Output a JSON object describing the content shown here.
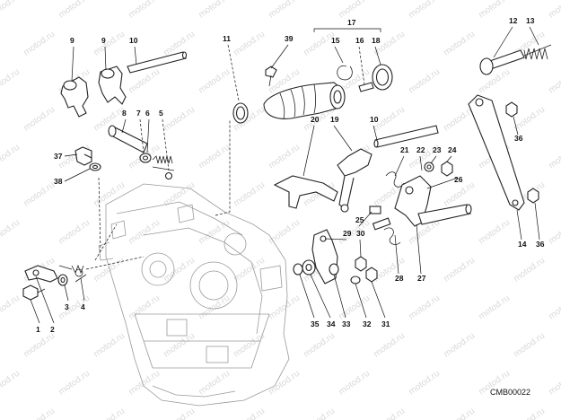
{
  "watermark": "motod.ru",
  "drawing_code": "CMB00022",
  "callouts": {
    "c1": "1",
    "c2": "2",
    "c3": "3",
    "c4": "4",
    "c5": "5",
    "c6": "6",
    "c7": "7",
    "c8": "8",
    "c9a": "9",
    "c9b": "9",
    "c10a": "10",
    "c10b": "10",
    "c11": "11",
    "c12": "12",
    "c13": "13",
    "c14": "14",
    "c15": "15",
    "c16": "16",
    "c17": "17",
    "c18": "18",
    "c19": "19",
    "c20": "20",
    "c21": "21",
    "c22": "22",
    "c23": "23",
    "c24": "24",
    "c25": "25",
    "c26": "26",
    "c27": "27",
    "c28": "28",
    "c29": "29",
    "c30": "30",
    "c31": "31",
    "c32": "32",
    "c33": "33",
    "c34": "34",
    "c35": "35",
    "c36a": "36",
    "c36b": "36",
    "c37": "37",
    "c38": "38",
    "c39": "39"
  }
}
